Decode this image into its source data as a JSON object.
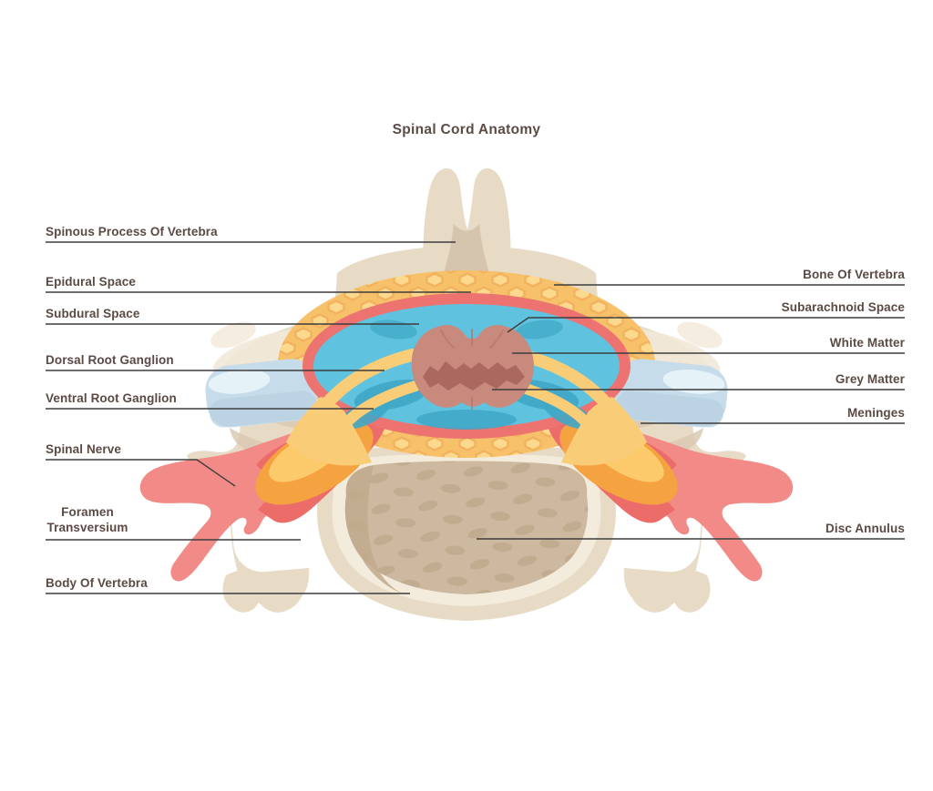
{
  "title": "Spinal Cord Anatomy",
  "labels": {
    "left": [
      {
        "text": "Spinous Process Of Vertebra"
      },
      {
        "text": "Epidural Space"
      },
      {
        "text": "Subdural Space"
      },
      {
        "text": "Dorsal Root Ganglion"
      },
      {
        "text": "Ventral Root Ganglion"
      },
      {
        "text": "Spinal Nerve"
      },
      {
        "text": "Foramen Transversium"
      },
      {
        "text": "Body Of Vertebra"
      }
    ],
    "right": [
      {
        "text": "Bone Of Vertebra"
      },
      {
        "text": "Subarachnoid Space"
      },
      {
        "text": "White Matter"
      },
      {
        "text": "Grey Matter"
      },
      {
        "text": "Meninges"
      },
      {
        "text": "Disc Annulus"
      }
    ]
  },
  "palette": {
    "bone": "#e8dbc6",
    "bone_shadow": "#d8c7b0",
    "bone_highlight": "#f1e8d8",
    "epidural_yellow": "#f6c169",
    "honeycomb_cell": "#fcd98c",
    "meninges_red": "#ed7371",
    "csf_blue": "#5fc3e0",
    "csf_blue_dark": "#3fa7c5",
    "white_matter": "#c98a7e",
    "grey_matter": "#aa685e",
    "nerve_pink": "#f28b87",
    "nerve_red": "#ec6c69",
    "ganglion_orange": "#f5a340",
    "ganglion_light": "#fcc96b",
    "facet_blue": "#c6dcea",
    "disc_tan": "#cdb9a0",
    "label_text": "#5b4a43",
    "leader_line": "#3d3d3d"
  }
}
